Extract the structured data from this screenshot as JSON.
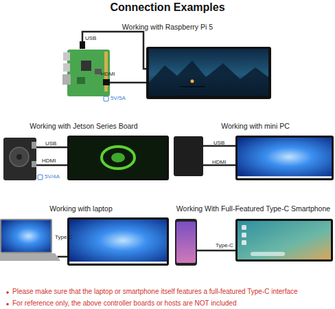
{
  "diagram": {
    "title": "Connection Examples",
    "labels": [
      "Working with Raspberry Pi 5",
      "USB",
      "HDMI",
      "5V/5A",
      "Working with Jetson Series Board",
      "Working with mini PC",
      "USB",
      "HDMI",
      "5V/4A",
      "USB",
      "HDMI",
      "Working with laptop",
      "Working With Full-Featured Type-C Smartphone",
      "Type-C",
      "Type-C",
      "Please make sure that the laptop or smartphone itself features a full-featured Type-C interface",
      "For reference only, the above controller boards or hosts are NOT included"
    ]
  }
}
